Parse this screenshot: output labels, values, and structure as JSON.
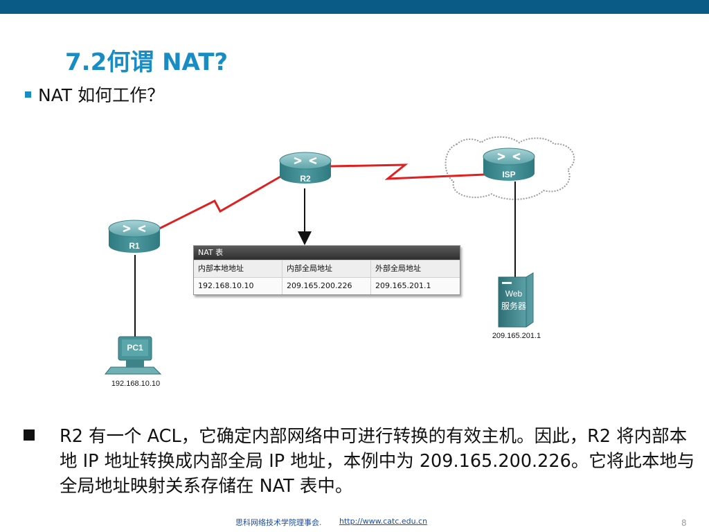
{
  "title": "7.2何谓 NAT?",
  "sub_bullet": "NAT 如何工作？",
  "routers": {
    "r1": "R1",
    "r2": "R2",
    "isp": "ISP"
  },
  "pc": {
    "label": "PC1",
    "ip": "192.168.10.10"
  },
  "server": {
    "line1": "Web",
    "line2": "服务器",
    "ip": "209.165.201.1"
  },
  "nat_table": {
    "title": "NAT 表",
    "headers": [
      "内部本地地址",
      "内部全局地址",
      "外部全局地址"
    ],
    "rows": [
      [
        "192.168.10.10",
        "209.165.200.226",
        "209.165.201.1"
      ]
    ]
  },
  "main_bullet": "R2 有一个 ACL，它确定内部网络中可进行转换的有效主机。因此，R2 将内部本地 IP 地址转换成内部全局 IP 地址，本例中为 209.165.200.226。它将此本地与全局地址映射关系存储在 NAT 表中。",
  "footer": {
    "org": "思科网络技术学院理事会.",
    "link": "http://www.catc.edu.cn",
    "page": "8"
  },
  "colors": {
    "top_bar": "#0a5b86",
    "title": "#1a8cc4",
    "serial_link": "#e02020",
    "router": "#3f8f96"
  }
}
